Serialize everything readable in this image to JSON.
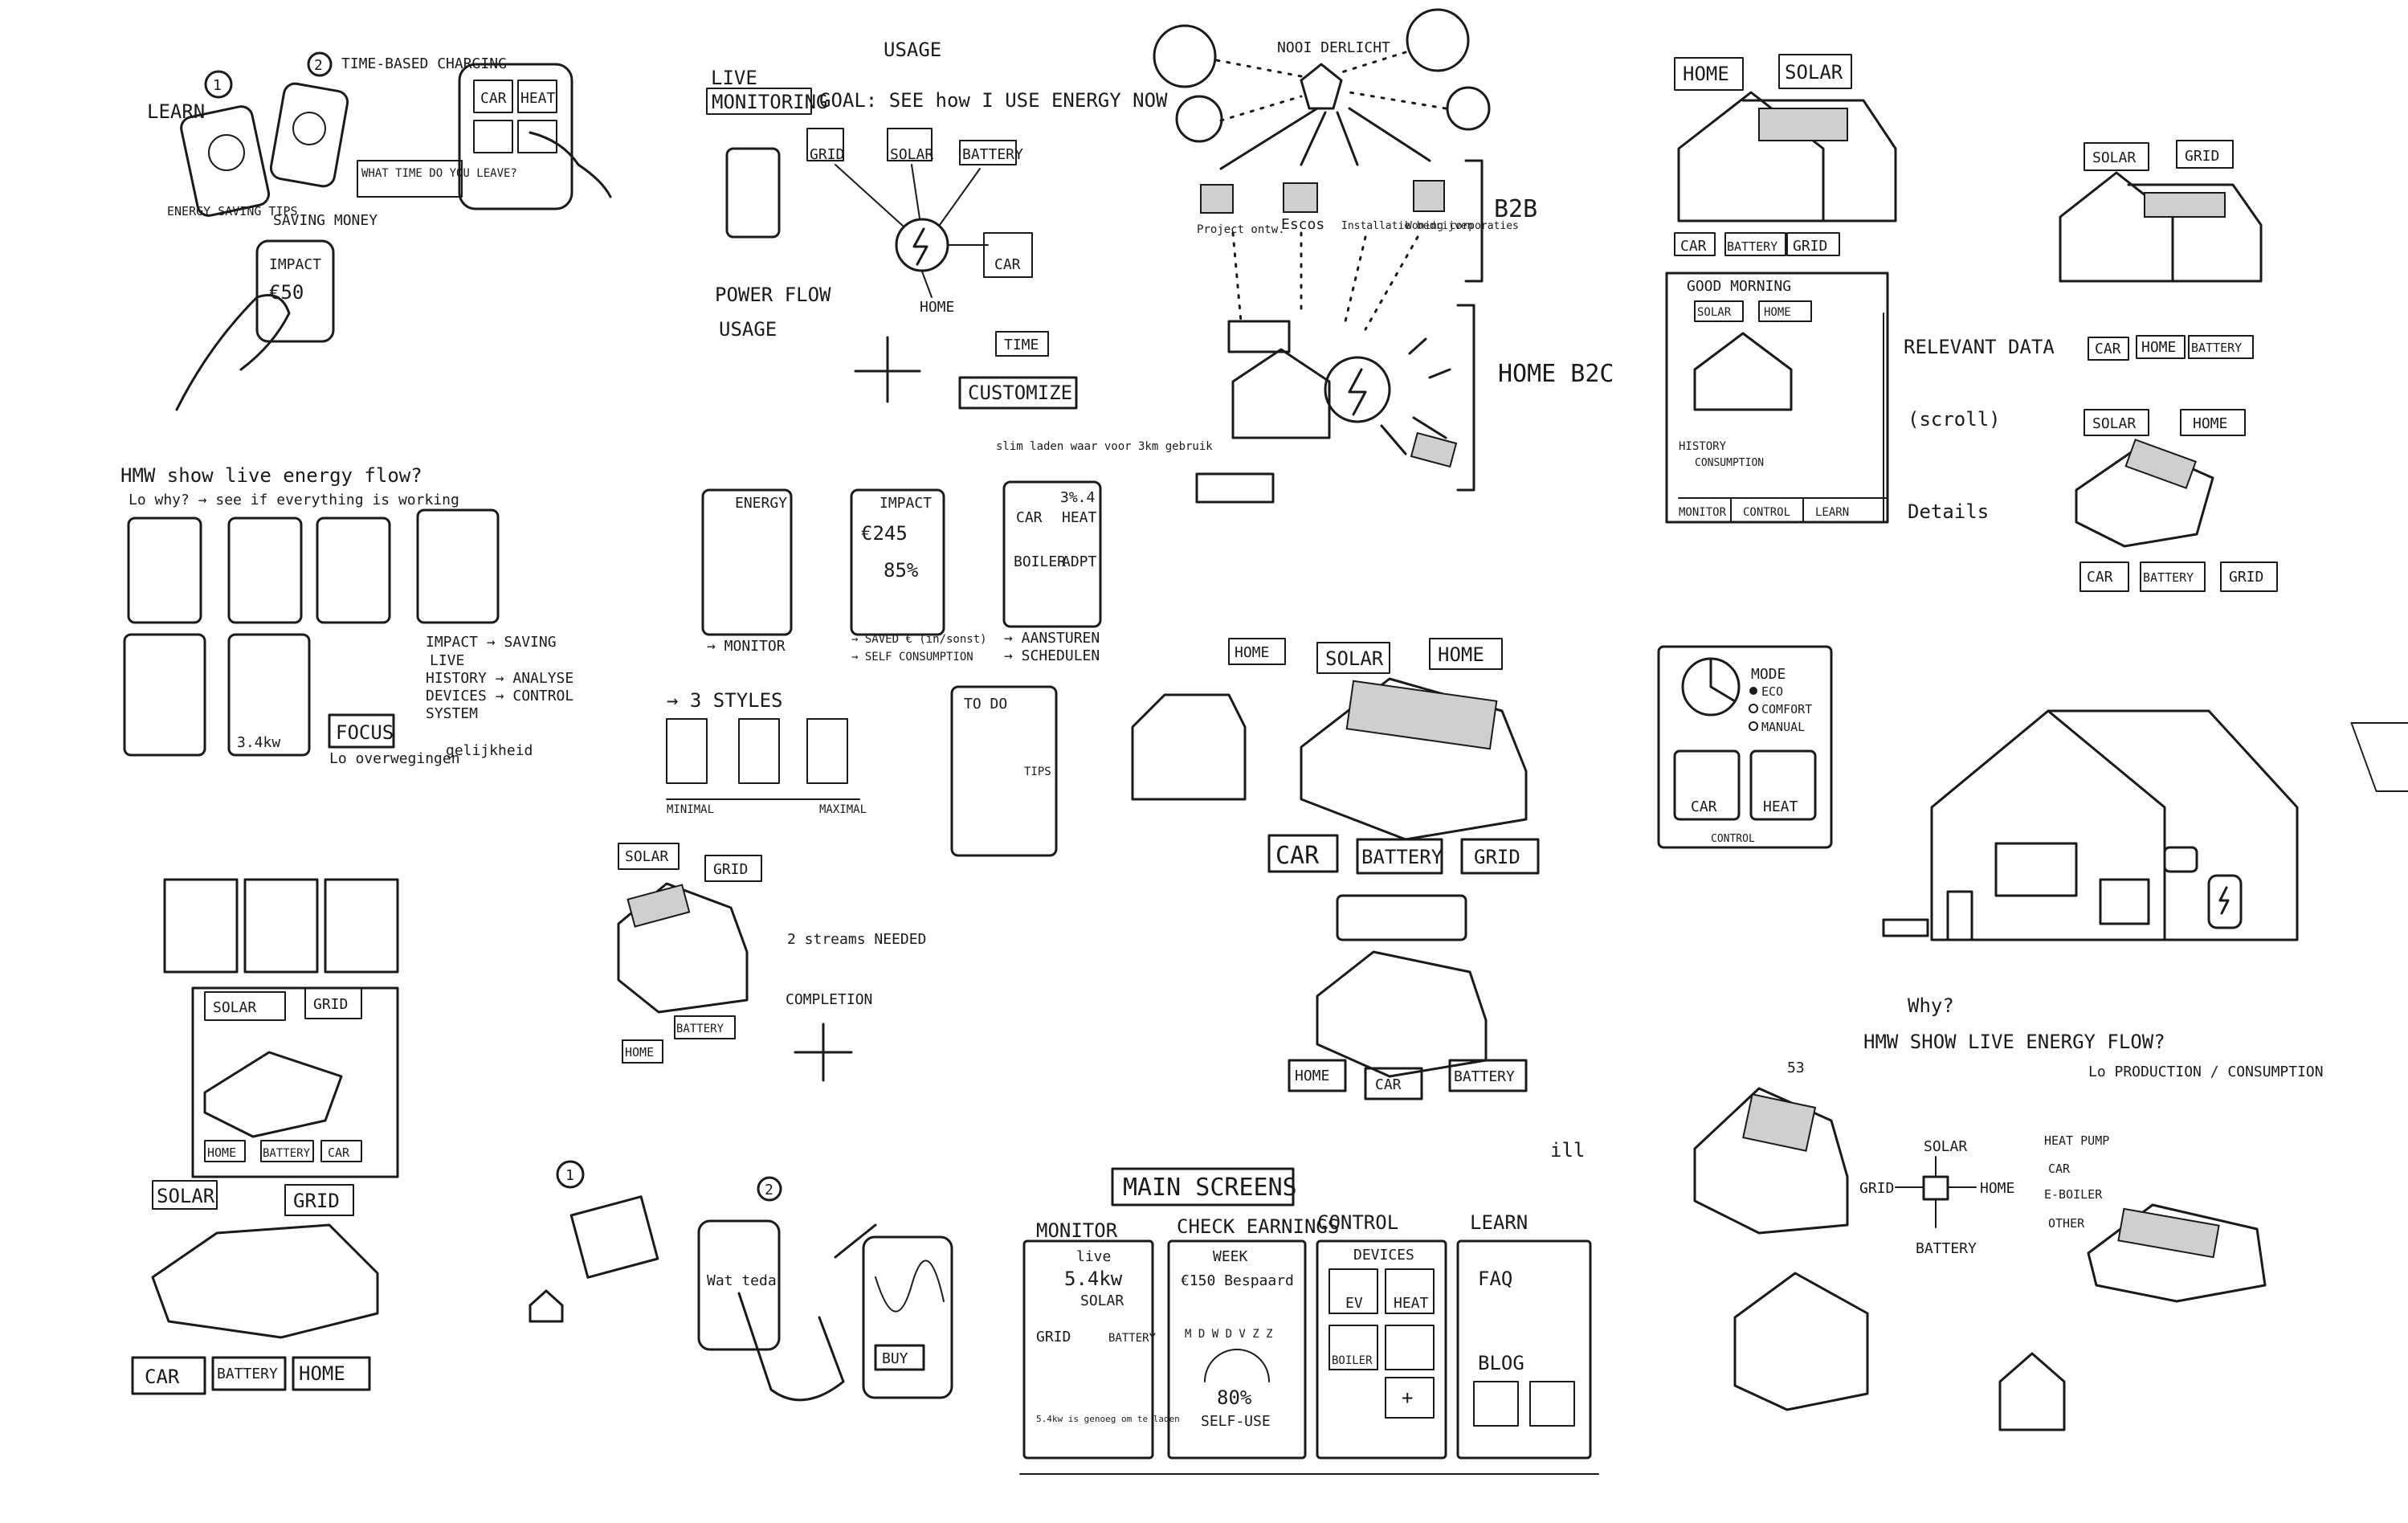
{
  "sketch_top_left": {
    "step_1": "1",
    "step_2": "2",
    "learn": "LEARN",
    "time_based_charging": "TIME-BASED CHARGING",
    "energy_saving_tips": "ENERGY SAVING TIPS",
    "saving_money": "SAVING MONEY",
    "what_time_do_you_leave": "WHAT TIME DO YOU LEAVE?",
    "impact": "IMPACT",
    "impact_value": "€50",
    "car": "CAR",
    "heat": "HEAT"
  },
  "sketch_live_monitoring": {
    "live": "LIVE",
    "monitoring": "MONITORING",
    "goal": "GOAL: SEE how I USE ENERGY NOW",
    "usage_top": "USAGE",
    "grid": "GRID",
    "solar": "SOLAR",
    "battery": "BATTERY",
    "car": "CAR",
    "home": "HOME",
    "power_flow": "POWER FLOW",
    "usage": "USAGE",
    "time": "TIME",
    "customize": "CUSTOMIZE"
  },
  "sketch_ecosystem": {
    "center": "NOOI DERLICHT",
    "b2b": "B2B",
    "home_b2c": "HOME B2C",
    "projectontw": "Project ontw.",
    "escos": "Escos",
    "installatie": "Installatie bedrijven",
    "woning": "Woning corporaties"
  },
  "sketch_home_solar": {
    "home": "HOME",
    "solar": "SOLAR",
    "car": "CAR",
    "battery": "BATTERY",
    "grid": "GRID",
    "good_morning": "GOOD MORNING",
    "history": "HISTORY",
    "consumption": "CONSUMPTION",
    "monitor": "MONITOR",
    "control": "CONTROL",
    "learn": "LEARN",
    "relevant_data": "RELEVANT DATA",
    "scroll": "(scroll)",
    "details": "Details"
  },
  "sketch_mini_house_right": {
    "solar": "SOLAR",
    "grid": "GRID",
    "car": "CAR",
    "home": "HOME",
    "battery": "BATTERY"
  },
  "sketch_show_live_flow": {
    "question": "HMW show live energy flow?",
    "sub": "Lo why? → see if everything is working",
    "impact_saving": "IMPACT → SAVING",
    "live": "LIVE",
    "history_analyse": "HISTORY → ANALYSE",
    "devices_control": "DEVICES → CONTROL",
    "system": "SYSTEM",
    "focus": "FOCUS",
    "overweging": "Lo overwegingen",
    "gelijkheid": "gelijkheid",
    "value_34": "3.4kw"
  },
  "sketch_three_styles": {
    "energy": "ENERGY",
    "impact": "IMPACT",
    "amount": "€245",
    "percent": "85%",
    "monitor": "→ MONITOR",
    "saved": "→ SAVED € (in/sonst)",
    "self_consumption": "→ SELF CONSUMPTION",
    "three_styles": "→ 3 STYLES",
    "minimal": "MINIMAL",
    "maximal": "MAXIMAL",
    "slim_laden": "slim laden waar voor 3km gebruik",
    "car": "CAR",
    "heat": "HEAT",
    "boiler": "BOILER",
    "adapt": "ADPT",
    "value": "3%.4",
    "aansturen": "→ AANSTUREN",
    "schedulen": "→ SCHEDULEN",
    "todo": "TO DO",
    "tips": "TIPS"
  },
  "sketch_big_house": {
    "home_left": "HOME",
    "solar": "SOLAR",
    "home": "HOME",
    "car": "CAR",
    "battery": "BATTERY",
    "grid": "GRID"
  },
  "sketch_mode": {
    "mode": "MODE",
    "eco": "ECO",
    "comfort": "COMFORT",
    "manual": "MANUAL",
    "car": "CAR",
    "heat": "HEAT",
    "control": "CONTROL"
  },
  "sketch_solar_grid_left": {
    "solar": "SOLAR",
    "grid": "GRID",
    "home": "HOME",
    "battery": "BATTERY",
    "car": "CAR"
  },
  "sketch_two_streams": {
    "solar": "SOLAR",
    "grid": "GRID",
    "home": "HOME",
    "battery": "BATTERY",
    "streams": "2 streams NEEDED",
    "completion": "COMPLETION"
  },
  "sketch_car_battery_home": {
    "home": "HOME",
    "car": "CAR",
    "battery": "BATTERY"
  },
  "sketch_bottom_left": {
    "solar": "SOLAR",
    "grid": "GRID",
    "car": "CAR",
    "battery": "BATTERY",
    "home": "HOME"
  },
  "sketch_buy": {
    "step_1": "1",
    "step_2": "2",
    "buy": "BUY",
    "wat_teda": "Wat teda"
  },
  "sketch_main_screens": {
    "title": "MAIN SCREENS",
    "monitor": "MONITOR",
    "check_earnings": "CHECK EARNINGS",
    "control": "CONTROL",
    "learn": "LEARN",
    "live": "live",
    "live_value": "5.4kw",
    "solar": "SOLAR",
    "grid": "GRID",
    "battery": "BATTERY",
    "week": "WEEK",
    "earnings": "€150 Bespaard",
    "self_use_pct": "80%",
    "self_use": "SELF-USE",
    "devices": "DEVICES",
    "ev": "EV",
    "heat": "HEAT",
    "boiler": "BOILER",
    "faq": "FAQ",
    "blog": "BLOG",
    "tip": "5.4kw is genoeg om te laden",
    "week_days": "M D W D V Z Z",
    "mark": "ill"
  },
  "sketch_why": {
    "why": "Why?",
    "question": "HMW SHOW LIVE ENERGY FLOW?",
    "production": "Lo PRODUCTION / CONSUMPTION",
    "solar": "SOLAR",
    "grid": "GRID",
    "home": "HOME",
    "battery": "BATTERY",
    "heatpump": "HEAT PUMP",
    "car": "CAR",
    "eboiler": "E-BOILER",
    "other": "OTHER",
    "fifty_three": "53"
  }
}
